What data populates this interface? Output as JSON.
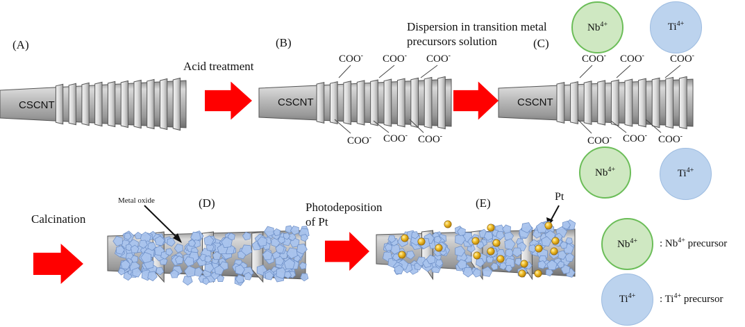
{
  "panels": {
    "A": "(A)",
    "B": "(B)",
    "C": "(C)",
    "D": "(D)",
    "E": "(E)"
  },
  "nanotube_label": "CSCNT",
  "steps": {
    "acid": "Acid treatment",
    "dispersion_1": "Dispersion in transition metal",
    "dispersion_2": "precursors solution",
    "calcination": "Calcination",
    "photodep_1": "Photodeposition",
    "photodep_2": "of Pt"
  },
  "groups": {
    "base": "COO",
    "charge": "-"
  },
  "ions": {
    "nb": {
      "symbol": "Nb",
      "charge": "4+"
    },
    "ti": {
      "symbol": "Ti",
      "charge": "4+"
    }
  },
  "annotations": {
    "metal_oxide": "Metal oxide",
    "pt": "Pt"
  },
  "legend": {
    "nb": {
      "symbol": "Nb",
      "charge": "4+",
      "prefix": ": Nb",
      "suffix": " precursor"
    },
    "ti": {
      "symbol": "Ti",
      "charge": "4+",
      "prefix": ": Ti",
      "suffix": " precursor"
    }
  },
  "colors": {
    "arrow": "#ff0000",
    "nb_fill": "#cfe8c2",
    "nb_stroke": "#6bbd58",
    "ti_fill": "#bcd3ee",
    "ti_stroke": "#9cbbe0",
    "oxide_fill": "#a9c4ee",
    "oxide_stroke": "#6d8fc7",
    "pt_fill": "#e0a615"
  }
}
